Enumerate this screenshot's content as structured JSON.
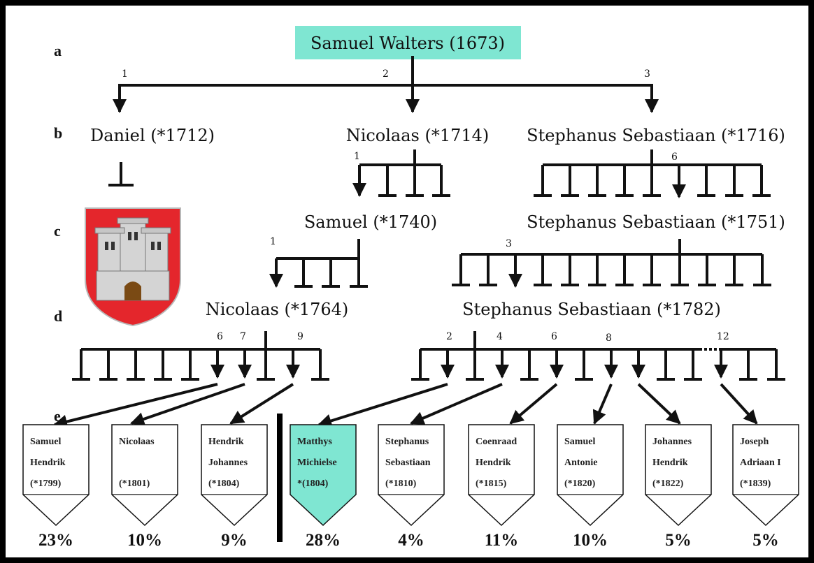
{
  "colors": {
    "highlight": "#7fe6d2",
    "line": "#111111",
    "frame": "#000000"
  },
  "generation_labels": [
    "a",
    "b",
    "c",
    "d",
    "e"
  ],
  "root": {
    "name": "Samuel Walters (1673)"
  },
  "gen_b": {
    "persons": [
      "Daniel (*1712)",
      "Nicolaas (*1714)",
      "Stephanus Sebastiaan (*1716)"
    ],
    "branch_numbers": [
      "1",
      "2",
      "3"
    ]
  },
  "gen_c": {
    "persons": [
      "Samuel (*1740)",
      "Stephanus Sebastiaan (*1751)"
    ],
    "branch_numbers": [
      "1",
      "6"
    ]
  },
  "gen_d": {
    "persons": [
      "Nicolaas (*1764)",
      "Stephanus Sebastiaan (*1782)"
    ],
    "branch_numbers": [
      "1",
      "3"
    ]
  },
  "gen_e": {
    "left_numbers": [
      "6",
      "7",
      "9"
    ],
    "right_numbers": [
      "2",
      "4",
      "6",
      "8",
      "12"
    ]
  },
  "coat_of_arms_icon": "castle-coat-of-arms-icon",
  "descendants": [
    {
      "lines": [
        "Samuel",
        "Hendrik",
        "(*1799)"
      ],
      "share": "23%",
      "highlight": false
    },
    {
      "lines": [
        "Nicolaas",
        "",
        "(*1801)"
      ],
      "share": "10%",
      "highlight": false
    },
    {
      "lines": [
        "Hendrik",
        "Johannes",
        "(*1804)"
      ],
      "share": "9%",
      "highlight": false
    },
    {
      "lines": [
        "Matthys",
        "Michielse",
        "*(1804)"
      ],
      "share": "28%",
      "highlight": true
    },
    {
      "lines": [
        "Stephanus",
        "Sebastiaan",
        "(*1810)"
      ],
      "share": "4%",
      "highlight": false
    },
    {
      "lines": [
        "Coenraad",
        "Hendrik",
        "(*1815)"
      ],
      "share": "11%",
      "highlight": false
    },
    {
      "lines": [
        "Samuel",
        "Antonie",
        "(*1820)"
      ],
      "share": "10%",
      "highlight": false
    },
    {
      "lines": [
        "Johannes",
        "Hendrik",
        "(*1822)"
      ],
      "share": "5%",
      "highlight": false
    },
    {
      "lines": [
        "Joseph",
        "Adriaan I",
        "(*1839)"
      ],
      "share": "5%",
      "highlight": false
    }
  ]
}
